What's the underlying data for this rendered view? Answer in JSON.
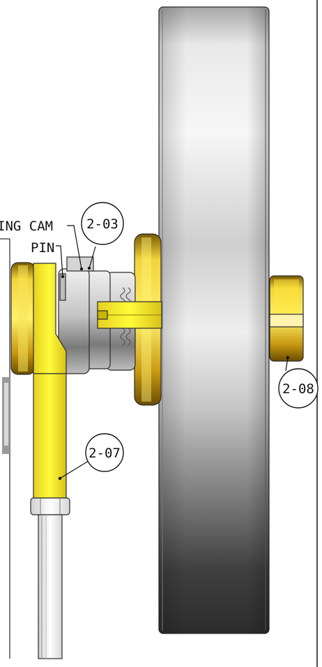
{
  "labels": {
    "spring_cam": "ING CAM",
    "pin": "PIN"
  },
  "callouts": {
    "c203": "2-03",
    "c207": "2-07",
    "c208": "2-08"
  }
}
